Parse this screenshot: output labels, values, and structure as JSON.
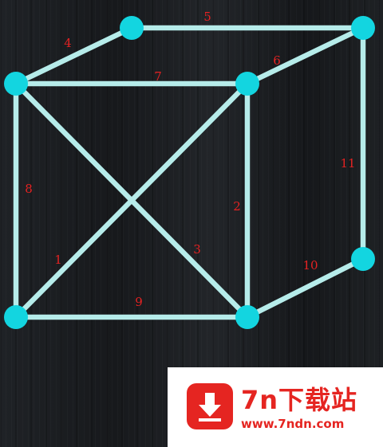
{
  "puzzle": {
    "colors": {
      "edge": "#b6ecea",
      "node": "#13d5e0",
      "label": "#e52222"
    },
    "edges": [
      {
        "label": "1"
      },
      {
        "label": "2"
      },
      {
        "label": "3"
      },
      {
        "label": "4"
      },
      {
        "label": "5"
      },
      {
        "label": "6"
      },
      {
        "label": "7"
      },
      {
        "label": "8"
      },
      {
        "label": "9"
      },
      {
        "label": "10"
      },
      {
        "label": "11"
      }
    ]
  },
  "watermark": {
    "title": "7n下载站",
    "url": "www.7ndn.com",
    "icon": "download-arrow-icon",
    "color": "#e52521"
  }
}
